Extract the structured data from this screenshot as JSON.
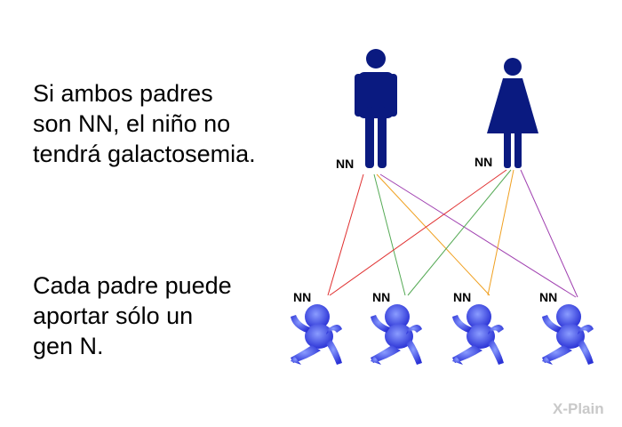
{
  "text": {
    "paragraph1": "Si ambos padres\nson NN, el niño no\ntendrá galactosemia.",
    "paragraph2": "Cada padre puede\naportar sólo un\ngen N."
  },
  "parents": [
    {
      "role": "father",
      "genotype": "NN"
    },
    {
      "role": "mother",
      "genotype": "NN"
    }
  ],
  "children": [
    {
      "genotype": "NN"
    },
    {
      "genotype": "NN"
    },
    {
      "genotype": "NN"
    },
    {
      "genotype": "NN"
    }
  ],
  "colors": {
    "figure": "#0a1a80",
    "baby": "#2b33d6",
    "baby_highlight": "#8a9cff",
    "line_red": "#e03030",
    "line_green": "#55aa55",
    "line_orange": "#f0a020",
    "line_purple": "#a040b0"
  },
  "watermark": "X-Plain"
}
